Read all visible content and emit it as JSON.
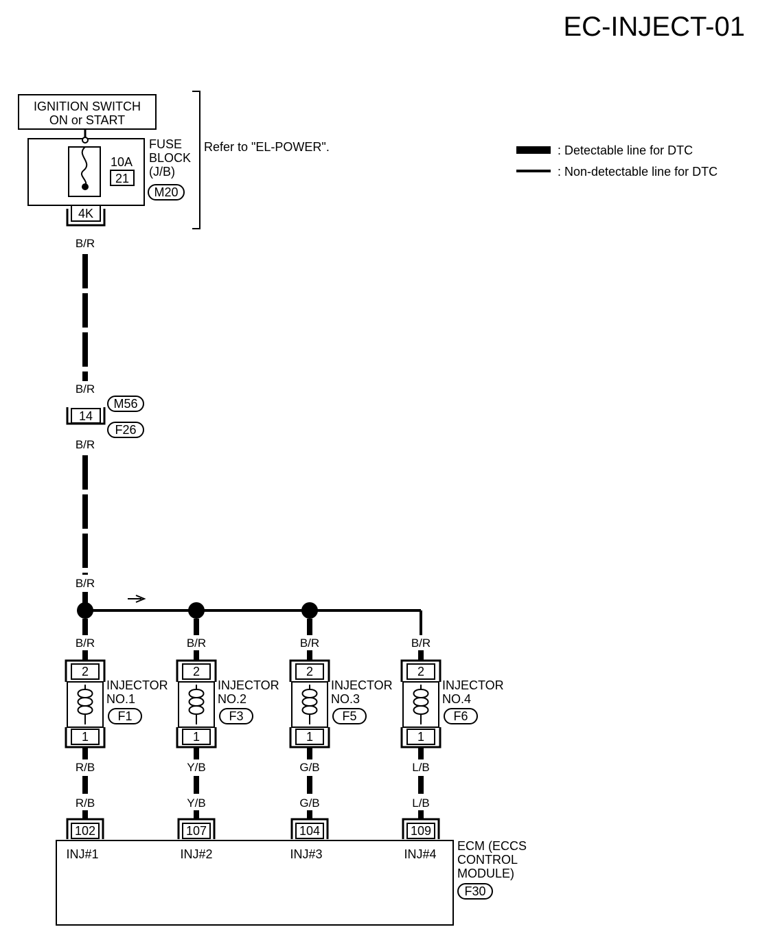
{
  "page_code": "EC-INJECT-01",
  "legend": {
    "detectable": ": Detectable line for DTC",
    "non_detectable": ": Non-detectable line for DTC"
  },
  "ignition": {
    "line1": "IGNITION SWITCH",
    "line2": "ON or START"
  },
  "fuse_block": {
    "line1": "FUSE",
    "line2": "BLOCK",
    "line3": "(J/B)",
    "connector": "M20",
    "amperage": "10A",
    "fuse_no": "21",
    "terminal": "4K",
    "refer": "Refer to \"EL-POWER\"."
  },
  "harness_connector": {
    "terminal": "14",
    "male": "M56",
    "female": "F26"
  },
  "wire_br": "B/R",
  "injectors": [
    {
      "line1": "INJECTOR",
      "line2": "NO.1",
      "connector": "F1",
      "top_pin": "2",
      "bottom_pin": "1",
      "wire": "R/B",
      "ecm_terminal": "102",
      "ecm_label": "INJ#1"
    },
    {
      "line1": "INJECTOR",
      "line2": "NO.2",
      "connector": "F3",
      "top_pin": "2",
      "bottom_pin": "1",
      "wire": "Y/B",
      "ecm_terminal": "107",
      "ecm_label": "INJ#2"
    },
    {
      "line1": "INJECTOR",
      "line2": "NO.3",
      "connector": "F5",
      "top_pin": "2",
      "bottom_pin": "1",
      "wire": "G/B",
      "ecm_terminal": "104",
      "ecm_label": "INJ#3"
    },
    {
      "line1": "INJECTOR",
      "line2": "NO.4",
      "connector": "F6",
      "top_pin": "2",
      "bottom_pin": "1",
      "wire": "L/B",
      "ecm_terminal": "109",
      "ecm_label": "INJ#4"
    }
  ],
  "ecm": {
    "line1": "ECM (ECCS",
    "line2": "CONTROL",
    "line3": "MODULE)",
    "connector": "F30"
  }
}
